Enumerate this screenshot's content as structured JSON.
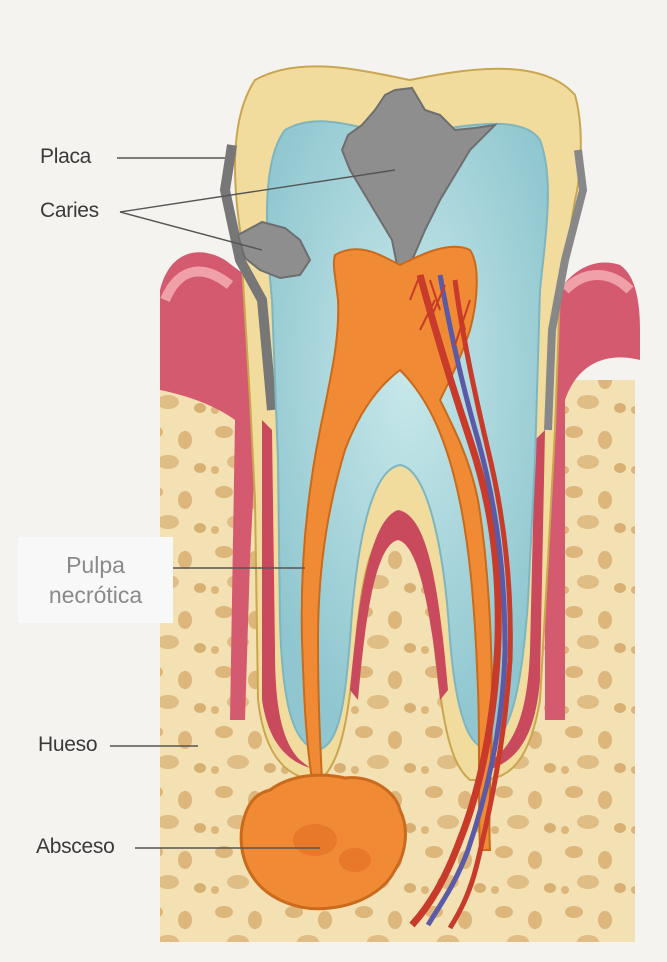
{
  "labels": {
    "placa": "Placa",
    "caries": "Caries",
    "pulpa_line1": "Pulpa",
    "pulpa_line2": "necrótica",
    "hueso": "Hueso",
    "absceso": "Absceso"
  },
  "colors": {
    "enamel": "#f1dc9e",
    "dentin": "#9ed0d7",
    "pulp": "#f08a35",
    "gum": "#d45a70",
    "bone": "#f3e1b4",
    "caries": "#8e8e8e",
    "artery": "#c83a2a",
    "vein": "#5b5aa6"
  }
}
